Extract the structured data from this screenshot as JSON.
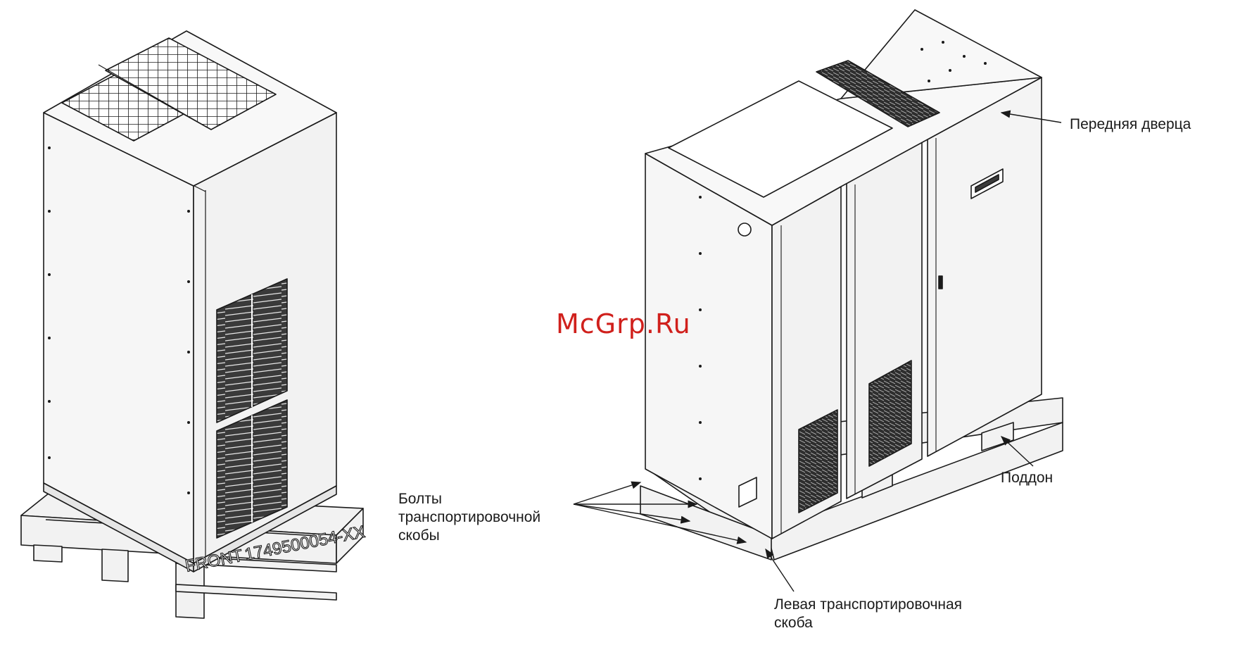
{
  "watermark": "McGrp.Ru",
  "left_unit": {
    "stencil_front": "FRONT",
    "stencil_code": "1749500054-XX"
  },
  "labels": {
    "front_door": "Передняя дверца",
    "pallet": "Поддон",
    "bolts_line1": "Болты",
    "bolts_line2": "транспортировочной",
    "bolts_line3": "скобы",
    "left_bracket_line1": "Левая транспортировочная",
    "left_bracket_line2": "скоба"
  },
  "colors": {
    "line": "#1a1a1a",
    "panel": "#f4f4f4",
    "panel_dark": "#e6e6e6",
    "vent": "#2a2a2a",
    "watermark": "#d0201c"
  }
}
